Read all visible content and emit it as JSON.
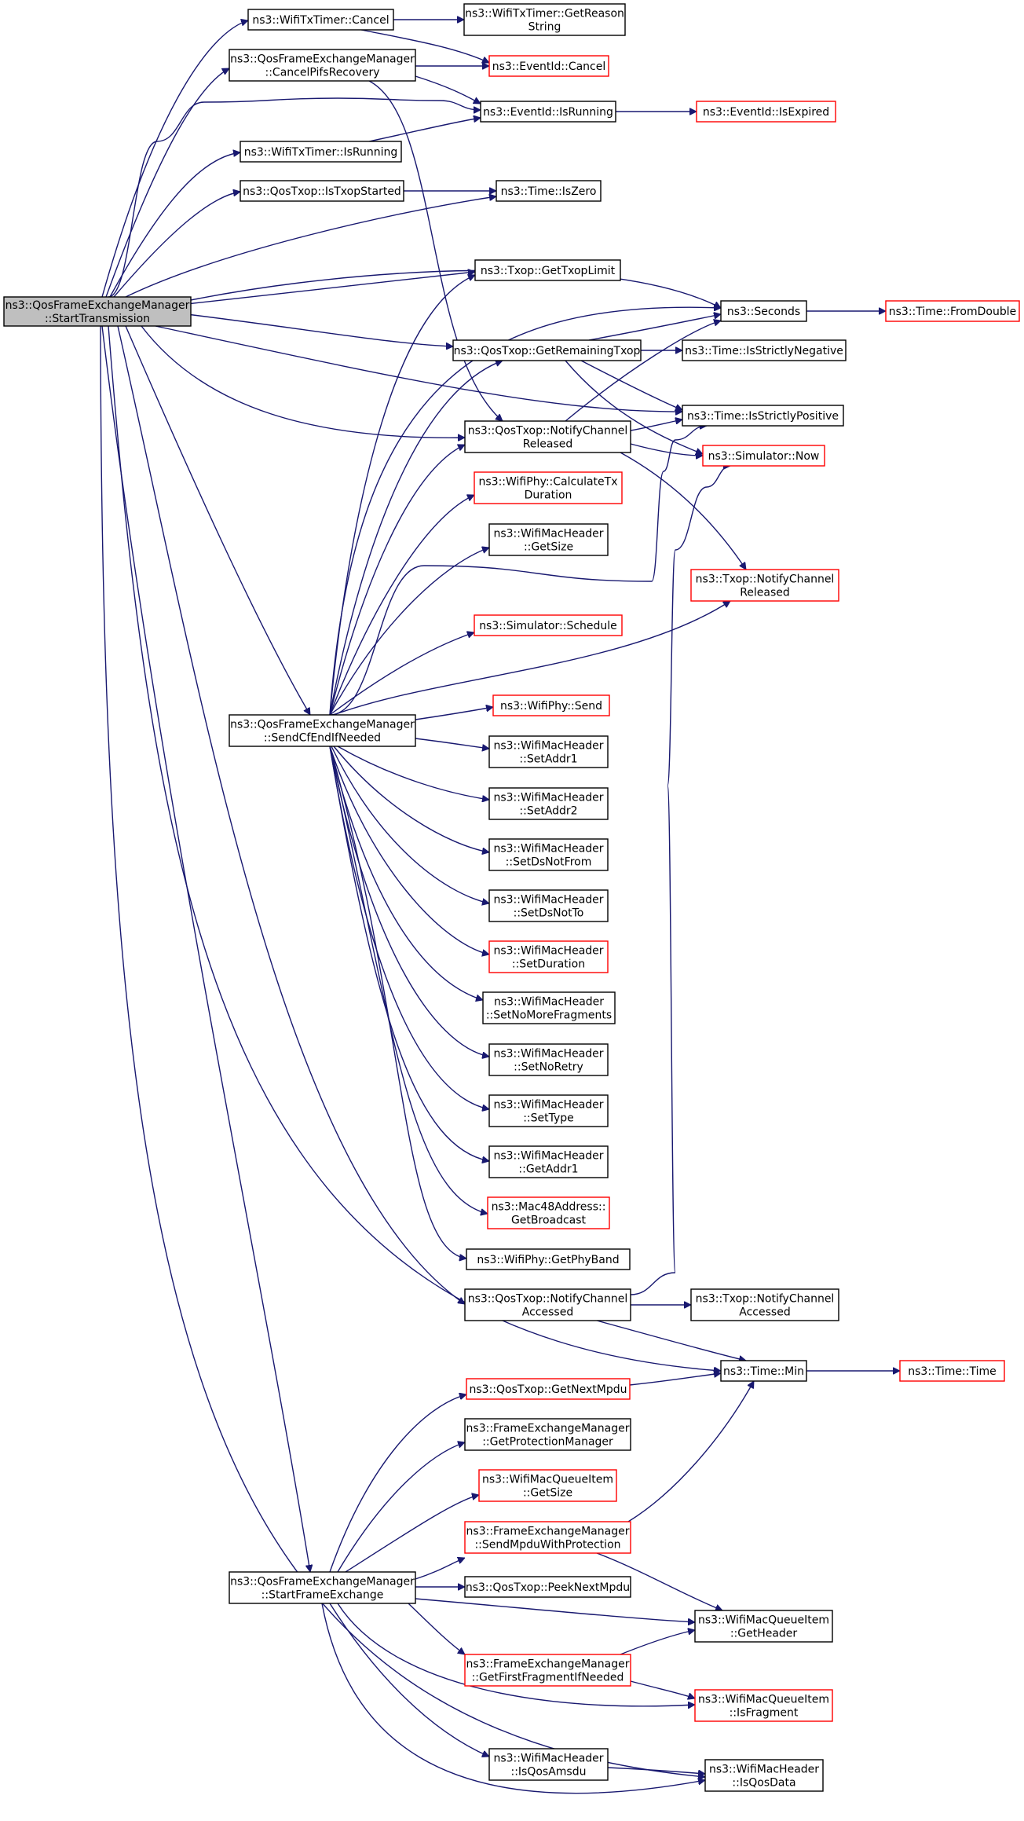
{
  "graph": {
    "colors": {
      "edge": "#191970",
      "node_border": "#000000",
      "node_border_undocumented": "#ff0000",
      "root_fill": "#bfbfbf",
      "node_fill": "#ffffff"
    },
    "nodes": [
      {
        "id": "root",
        "lines": [
          "ns3::QosFrameExchangeManager",
          "::StartTransmission"
        ],
        "style": "root"
      },
      {
        "id": "wifiTxTimerCancel",
        "lines": [
          "ns3::WifiTxTimer::Cancel"
        ],
        "style": "black"
      },
      {
        "id": "getReasonString",
        "lines": [
          "ns3::WifiTxTimer::GetReason",
          "String"
        ],
        "style": "black"
      },
      {
        "id": "cancelPifsRecovery",
        "lines": [
          "ns3::QosFrameExchangeManager",
          "::CancelPifsRecovery"
        ],
        "style": "black"
      },
      {
        "id": "eventIdCancel",
        "lines": [
          "ns3::EventId::Cancel"
        ],
        "style": "red"
      },
      {
        "id": "eventIdIsRunning",
        "lines": [
          "ns3::EventId::IsRunning"
        ],
        "style": "black"
      },
      {
        "id": "eventIdIsExpired",
        "lines": [
          "ns3::EventId::IsExpired"
        ],
        "style": "red"
      },
      {
        "id": "wifiTxTimerIsRunning",
        "lines": [
          "ns3::WifiTxTimer::IsRunning"
        ],
        "style": "black"
      },
      {
        "id": "isTxopStarted",
        "lines": [
          "ns3::QosTxop::IsTxopStarted"
        ],
        "style": "black"
      },
      {
        "id": "timeIsZero",
        "lines": [
          "ns3::Time::IsZero"
        ],
        "style": "black"
      },
      {
        "id": "getTxopLimit",
        "lines": [
          "ns3::Txop::GetTxopLimit"
        ],
        "style": "black"
      },
      {
        "id": "seconds",
        "lines": [
          "ns3::Seconds"
        ],
        "style": "black"
      },
      {
        "id": "fromDouble",
        "lines": [
          "ns3::Time::FromDouble"
        ],
        "style": "red"
      },
      {
        "id": "getRemainingTxop",
        "lines": [
          "ns3::QosTxop::GetRemainingTxop"
        ],
        "style": "black"
      },
      {
        "id": "isStrictlyNegative",
        "lines": [
          "ns3::Time::IsStrictlyNegative"
        ],
        "style": "black"
      },
      {
        "id": "isStrictlyPositive",
        "lines": [
          "ns3::Time::IsStrictlyPositive"
        ],
        "style": "black"
      },
      {
        "id": "qosNotifyChannelReleased",
        "lines": [
          "ns3::QosTxop::NotifyChannel",
          "Released"
        ],
        "style": "black"
      },
      {
        "id": "simulatorNow",
        "lines": [
          "ns3::Simulator::Now"
        ],
        "style": "red"
      },
      {
        "id": "calculateTxDuration",
        "lines": [
          "ns3::WifiPhy::CalculateTx",
          "Duration"
        ],
        "style": "red"
      },
      {
        "id": "macHeaderGetSize",
        "lines": [
          "ns3::WifiMacHeader",
          "::GetSize"
        ],
        "style": "black"
      },
      {
        "id": "txopNotifyChannelReleased",
        "lines": [
          "ns3::Txop::NotifyChannel",
          "Released"
        ],
        "style": "red"
      },
      {
        "id": "simulatorSchedule",
        "lines": [
          "ns3::Simulator::Schedule"
        ],
        "style": "red"
      },
      {
        "id": "sendCfEnd",
        "lines": [
          "ns3::QosFrameExchangeManager",
          "::SendCfEndIfNeeded"
        ],
        "style": "black"
      },
      {
        "id": "wifiPhySend",
        "lines": [
          "ns3::WifiPhy::Send"
        ],
        "style": "red"
      },
      {
        "id": "setAddr1",
        "lines": [
          "ns3::WifiMacHeader",
          "::SetAddr1"
        ],
        "style": "black"
      },
      {
        "id": "setAddr2",
        "lines": [
          "ns3::WifiMacHeader",
          "::SetAddr2"
        ],
        "style": "black"
      },
      {
        "id": "setDsNotFrom",
        "lines": [
          "ns3::WifiMacHeader",
          "::SetDsNotFrom"
        ],
        "style": "black"
      },
      {
        "id": "setDsNotTo",
        "lines": [
          "ns3::WifiMacHeader",
          "::SetDsNotTo"
        ],
        "style": "black"
      },
      {
        "id": "setDuration",
        "lines": [
          "ns3::WifiMacHeader",
          "::SetDuration"
        ],
        "style": "red"
      },
      {
        "id": "setNoMoreFragments",
        "lines": [
          "ns3::WifiMacHeader",
          "::SetNoMoreFragments"
        ],
        "style": "black"
      },
      {
        "id": "setNoRetry",
        "lines": [
          "ns3::WifiMacHeader",
          "::SetNoRetry"
        ],
        "style": "black"
      },
      {
        "id": "setType",
        "lines": [
          "ns3::WifiMacHeader",
          "::SetType"
        ],
        "style": "black"
      },
      {
        "id": "getAddr1",
        "lines": [
          "ns3::WifiMacHeader",
          "::GetAddr1"
        ],
        "style": "black"
      },
      {
        "id": "getBroadcast",
        "lines": [
          "ns3::Mac48Address::",
          "GetBroadcast"
        ],
        "style": "red"
      },
      {
        "id": "getPhyBand",
        "lines": [
          "ns3::WifiPhy::GetPhyBand"
        ],
        "style": "black"
      },
      {
        "id": "qosNotifyChannelAccessed",
        "lines": [
          "ns3::QosTxop::NotifyChannel",
          "Accessed"
        ],
        "style": "black"
      },
      {
        "id": "txopNotifyChannelAccessed",
        "lines": [
          "ns3::Txop::NotifyChannel",
          "Accessed"
        ],
        "style": "black"
      },
      {
        "id": "timeMin",
        "lines": [
          "ns3::Time::Min"
        ],
        "style": "black"
      },
      {
        "id": "timeTime",
        "lines": [
          "ns3::Time::Time"
        ],
        "style": "red"
      },
      {
        "id": "getNextMpdu",
        "lines": [
          "ns3::QosTxop::GetNextMpdu"
        ],
        "style": "red"
      },
      {
        "id": "getProtectionManager",
        "lines": [
          "ns3::FrameExchangeManager",
          "::GetProtectionManager"
        ],
        "style": "black"
      },
      {
        "id": "queueItemGetSize",
        "lines": [
          "ns3::WifiMacQueueItem",
          "::GetSize"
        ],
        "style": "red"
      },
      {
        "id": "sendMpduWithProtection",
        "lines": [
          "ns3::FrameExchangeManager",
          "::SendMpduWithProtection"
        ],
        "style": "red"
      },
      {
        "id": "startFrameExchange",
        "lines": [
          "ns3::QosFrameExchangeManager",
          "::StartFrameExchange"
        ],
        "style": "black"
      },
      {
        "id": "peekNextMpdu",
        "lines": [
          "ns3::QosTxop::PeekNextMpdu"
        ],
        "style": "black"
      },
      {
        "id": "queueItemGetHeader",
        "lines": [
          "ns3::WifiMacQueueItem",
          "::GetHeader"
        ],
        "style": "black"
      },
      {
        "id": "getFirstFragment",
        "lines": [
          "ns3::FrameExchangeManager",
          "::GetFirstFragmentIfNeeded"
        ],
        "style": "red"
      },
      {
        "id": "queueItemIsFragment",
        "lines": [
          "ns3::WifiMacQueueItem",
          "::IsFragment"
        ],
        "style": "red"
      },
      {
        "id": "isQosAmsdu",
        "lines": [
          "ns3::WifiMacHeader",
          "::IsQosAmsdu"
        ],
        "style": "black"
      },
      {
        "id": "isQosData",
        "lines": [
          "ns3::WifiMacHeader",
          "::IsQosData"
        ],
        "style": "black"
      }
    ]
  }
}
